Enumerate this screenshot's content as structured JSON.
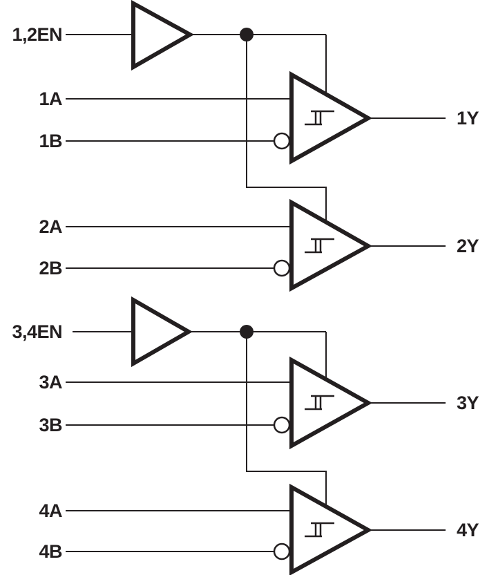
{
  "diagram": {
    "type": "logic-diagram",
    "description": "Quad line receiver logic diagram with paired enables, non-inverting A inputs, inverting B inputs, and Schmitt-trigger hysteresis gates",
    "colors": {
      "line": "#231f20",
      "background": "#ffffff"
    },
    "enable_labels": {
      "top": "1,2EN",
      "bottom": "3,4EN"
    },
    "input_labels": [
      "1A",
      "1B",
      "2A",
      "2B",
      "3A",
      "3B",
      "4A",
      "4B"
    ],
    "output_labels": [
      "1Y",
      "2Y",
      "3Y",
      "4Y"
    ],
    "icons": [
      "buffer-triangle-icon",
      "gate-triangle-icon",
      "hysteresis-icon",
      "inverting-bubble-icon",
      "junction-dot-icon"
    ]
  }
}
